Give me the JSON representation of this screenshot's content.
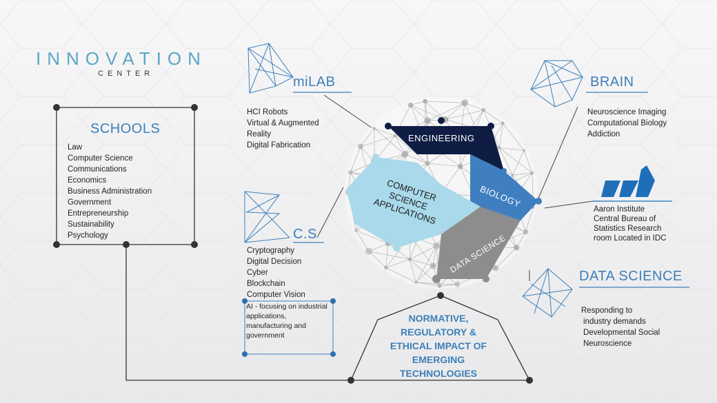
{
  "logo": {
    "top": "INNOVATION",
    "bottom": "CENTER"
  },
  "schools": {
    "title": "SCHOOLS",
    "items": [
      "Law",
      "Computer Science",
      "Communications",
      "Economics",
      "Business Administration",
      "Government",
      "Entrepreneurship",
      "Sustainability",
      "Psychology"
    ]
  },
  "milab": {
    "title": "miLAB",
    "items": [
      "HCI Robots",
      "Virtual & Augmented",
      "Reality",
      "Digital Fabrication"
    ]
  },
  "cs": {
    "title": "C.S",
    "items": [
      "Cryptography",
      "Digital Decision",
      "Cyber",
      "Blockchain",
      "Computer Vision"
    ],
    "ai_note": "AI - focusing on industrial applications, manufacturing and government"
  },
  "brain": {
    "title": "BRAIN",
    "items": [
      "Neuroscience Imaging",
      "Computational Biology",
      "Addiction"
    ]
  },
  "aaron": {
    "items": [
      "Aaron Institute",
      "Central Bureau of",
      "Statistics  Research",
      "room Located in IDC"
    ]
  },
  "data_science": {
    "title": "DATA SCIENCE",
    "items": [
      "Responding to",
      "industry demands",
      "Developmental Social",
      "Neuroscience"
    ]
  },
  "globe": {
    "engineering": "ENGINEERING",
    "biology": "BIOLOGY",
    "csa": [
      "COMPUTER",
      "SCIENCE",
      "APPLICATIONS"
    ],
    "data_science": "DATA SCIENCE"
  },
  "ethics": {
    "lines": [
      "NORMATIVE,",
      "REGULATORY &",
      "ETHICAL IMPACT OF",
      "EMERGING",
      "TECHNOLOGIES"
    ]
  },
  "colors": {
    "accent_blue": "#3d7fb8",
    "navy": "#0f1d44",
    "light_blue": "#a9d9ea",
    "mid_blue": "#3f7fc0",
    "gray": "#8d8d8d"
  }
}
